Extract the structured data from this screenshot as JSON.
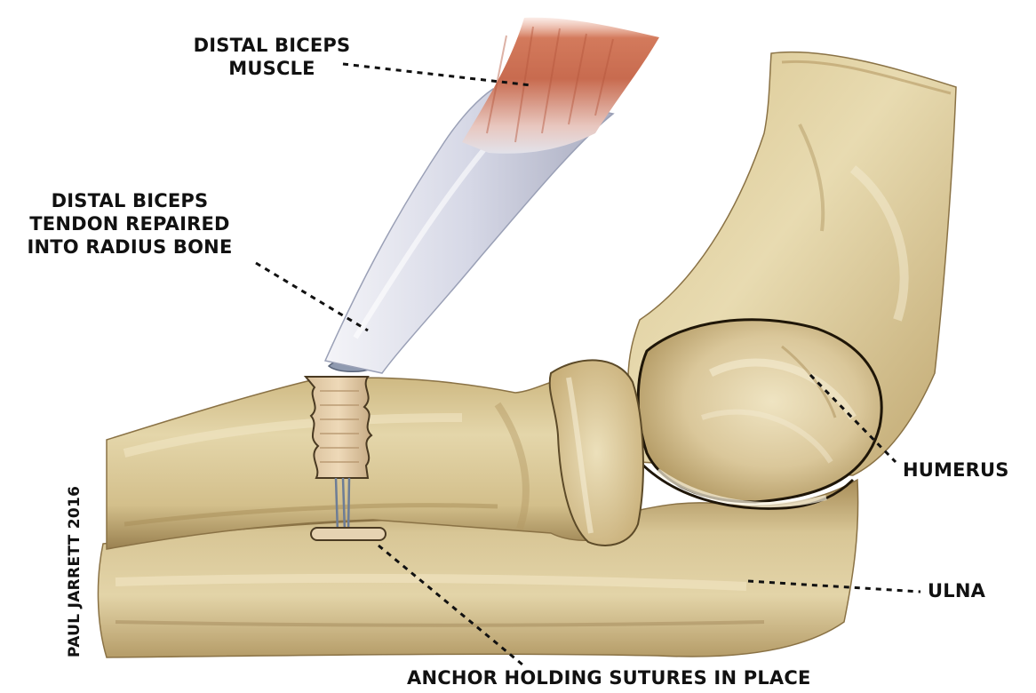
{
  "labels": {
    "muscle": {
      "line1": "DISTAL BICEPS",
      "line2": "MUSCLE"
    },
    "tendon": {
      "line1": "DISTAL BICEPS",
      "line2": "TENDON REPAIRED",
      "line3": "INTO RADIUS BONE"
    },
    "humerus": "HUMERUS",
    "ulna": "ULNA",
    "anchor": "ANCHOR HOLDING SUTURES IN PLACE"
  },
  "credit": "PAUL JARRETT 2016",
  "colors": {
    "label_text": "#111111",
    "bone_light": "#e6d8ad",
    "bone_mid": "#c8b07a",
    "bone_dark": "#8e7545",
    "tendon": "#d9dbe6",
    "muscle": "#c9694c",
    "outline": "#2b2112"
  }
}
